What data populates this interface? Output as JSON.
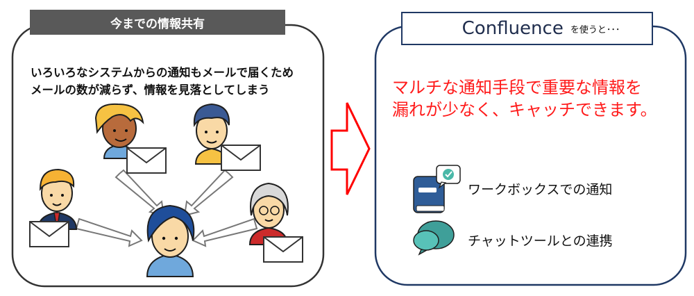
{
  "left_panel": {
    "title": "今までの情報共有",
    "description_lines": [
      "いろいろなシステムからの通知もメールで届くため",
      "メールの数が減らず、情報を見落としてしまう"
    ]
  },
  "right_panel": {
    "brand": "Confluence",
    "title_suffix": "を使うと･･･",
    "message_lines": [
      "マルチな通知手段で重要な情報を",
      "漏れが少なく、キャッチできます。"
    ],
    "features": [
      {
        "label": "ワークボックスでの通知",
        "icon": "notification-book-icon"
      },
      {
        "label": "チャットツールとの連携",
        "icon": "chat-bubbles-icon"
      }
    ]
  },
  "colors": {
    "left_border": "#333333",
    "left_title_bg": "#595959",
    "right_border": "#1f3864",
    "arrow": "#ff0000",
    "message": "#ff1a1a",
    "confluence_blue": "#2b6fe0"
  }
}
